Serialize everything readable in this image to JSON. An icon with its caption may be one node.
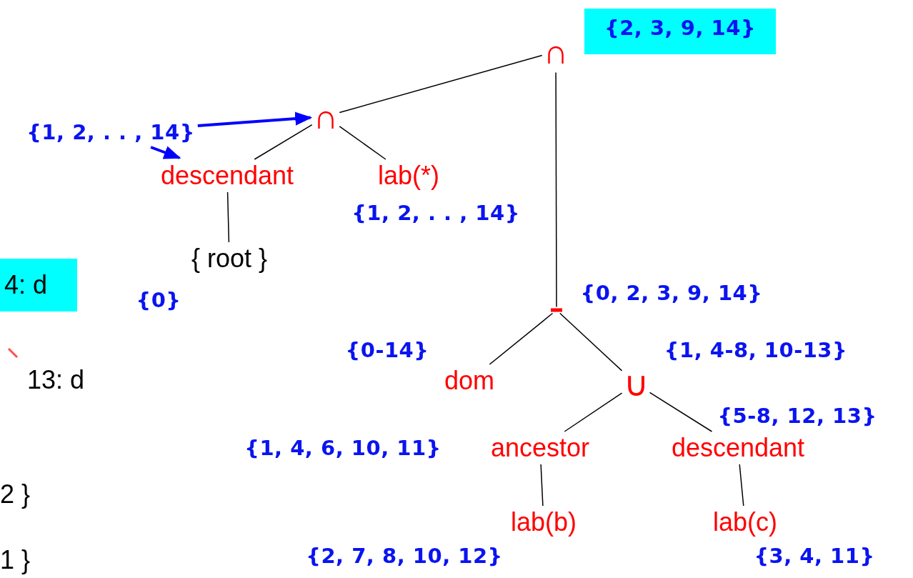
{
  "diagram": {
    "nodes": [
      {
        "text": [
          "∩"
        ]
      },
      {
        "text": [
          "{2, 3, 9, 14}"
        ]
      },
      {
        "text": [
          "{1, 2, . . , 14}"
        ]
      },
      {
        "text": [
          "∩"
        ]
      },
      {
        "text": [
          "descendant"
        ]
      },
      {
        "text": [
          "lab(*)"
        ],
        "beside": [
          "{1, 2, . . , 14}"
        ]
      },
      {
        "text": [
          "{ root }"
        ],
        "beside": [
          "{0}"
        ]
      },
      {
        "text": [
          "4: d"
        ]
      },
      {
        "text": [],
        "shape": "bar",
        "beside": [
          "{0, 2, 3, 9, 14}"
        ]
      },
      {
        "text": [
          "dom"
        ],
        "beside": [
          "{0-14}"
        ]
      },
      {
        "text": [
          "∪"
        ],
        "beside": [
          "{1, 4-8, 10-13}"
        ]
      },
      {
        "text": [
          "ancestor"
        ],
        "beside": [
          "{1, 4, 6, 10, 11}"
        ]
      },
      {
        "text": [
          "descendant"
        ],
        "beside": [
          "{5-8, 12, 13}"
        ]
      },
      {
        "text": [
          "lab(b)"
        ],
        "beside": [
          "{2, 7, 8, 10, 12}"
        ]
      },
      {
        "text": [
          "lab(c)"
        ],
        "beside": [
          "{3, 4, 11}"
        ]
      }
    ],
    "edges": [
      {
        "from": 0,
        "to": 3,
        "arrow": "none"
      },
      {
        "from": 0,
        "to": 8,
        "arrow": "none"
      },
      {
        "from": 2,
        "to": 3,
        "arrow": "to",
        "style": "thick",
        "color": "#0000ff"
      },
      {
        "from": 2,
        "to": 4,
        "arrow": "to",
        "style": "thick",
        "color": "#0000ff"
      },
      {
        "from": 3,
        "to": 4,
        "arrow": "none"
      },
      {
        "from": 3,
        "to": 5,
        "arrow": "none"
      },
      {
        "from": 4,
        "to": 6,
        "arrow": "none"
      },
      {
        "from": 8,
        "to": 9,
        "arrow": "none"
      },
      {
        "from": 8,
        "to": 10,
        "arrow": "none"
      },
      {
        "from": 10,
        "to": 11,
        "arrow": "none"
      },
      {
        "from": 10,
        "to": 12,
        "arrow": "none"
      },
      {
        "from": 11,
        "to": 13,
        "arrow": "none"
      },
      {
        "from": 12,
        "to": 14,
        "arrow": "none"
      }
    ],
    "labels": [
      "13: d",
      "2 }",
      "1 }"
    ]
  }
}
